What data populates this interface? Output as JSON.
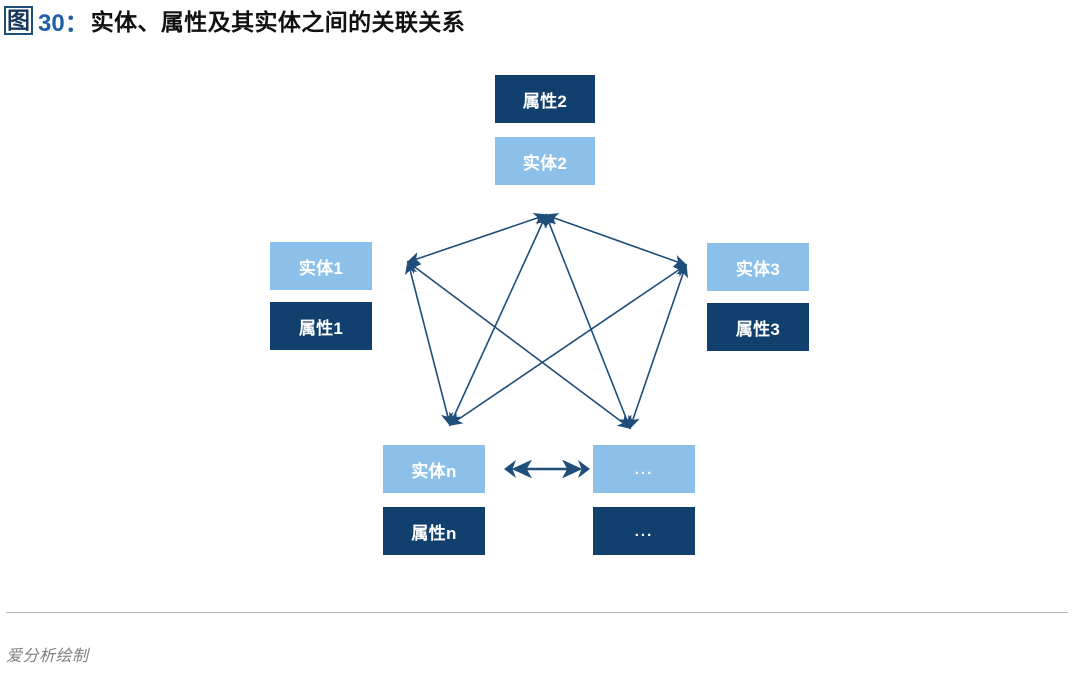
{
  "title": {
    "figure_marker": "图",
    "figure_number": "30：",
    "heading": "实体、属性及其实体之间的关联关系",
    "marker_border_color": "#1f4e79",
    "number_color": "#1f5fa9",
    "heading_color": "#111111"
  },
  "palette": {
    "entity_fill": "#8DC0E8",
    "attribute_fill": "#12406E",
    "edge_color": "#1F4E79",
    "box_text": "#ffffff",
    "footer_text": "#808080",
    "rule_color": "#b9b9b9"
  },
  "diagram": {
    "type": "entity-relationship-network",
    "nodes": [
      {
        "id": "node-2",
        "position": "top",
        "entity_label": "实体2",
        "attribute_label": "属性2",
        "order": "attribute-above-entity"
      },
      {
        "id": "node-1",
        "position": "left",
        "entity_label": "实体1",
        "attribute_label": "属性1",
        "order": "entity-above-attribute"
      },
      {
        "id": "node-3",
        "position": "right",
        "entity_label": "实体3",
        "attribute_label": "属性3",
        "order": "entity-above-attribute"
      },
      {
        "id": "node-n",
        "position": "bottom-left",
        "entity_label": "实体n",
        "attribute_label": "属性n",
        "order": "entity-above-attribute"
      },
      {
        "id": "node-more",
        "position": "bottom-right",
        "entity_label": "...",
        "attribute_label": "...",
        "order": "entity-above-attribute"
      }
    ],
    "edges": [
      {
        "from": "node-2",
        "to": "node-1",
        "arrow": "double"
      },
      {
        "from": "node-2",
        "to": "node-3",
        "arrow": "double"
      },
      {
        "from": "node-2",
        "to": "node-n",
        "arrow": "double"
      },
      {
        "from": "node-2",
        "to": "node-more",
        "arrow": "double"
      },
      {
        "from": "node-1",
        "to": "node-3",
        "arrow": "double"
      },
      {
        "from": "node-1",
        "to": "node-n",
        "arrow": "double"
      },
      {
        "from": "node-1",
        "to": "node-more",
        "arrow": "double"
      },
      {
        "from": "node-3",
        "to": "node-n",
        "arrow": "double"
      },
      {
        "from": "node-3",
        "to": "node-more",
        "arrow": "double"
      },
      {
        "from": "node-n",
        "to": "node-more",
        "arrow": "double"
      }
    ],
    "edge_count": 10,
    "node_count": 5
  },
  "footer": {
    "note": "爱分析绘制"
  }
}
